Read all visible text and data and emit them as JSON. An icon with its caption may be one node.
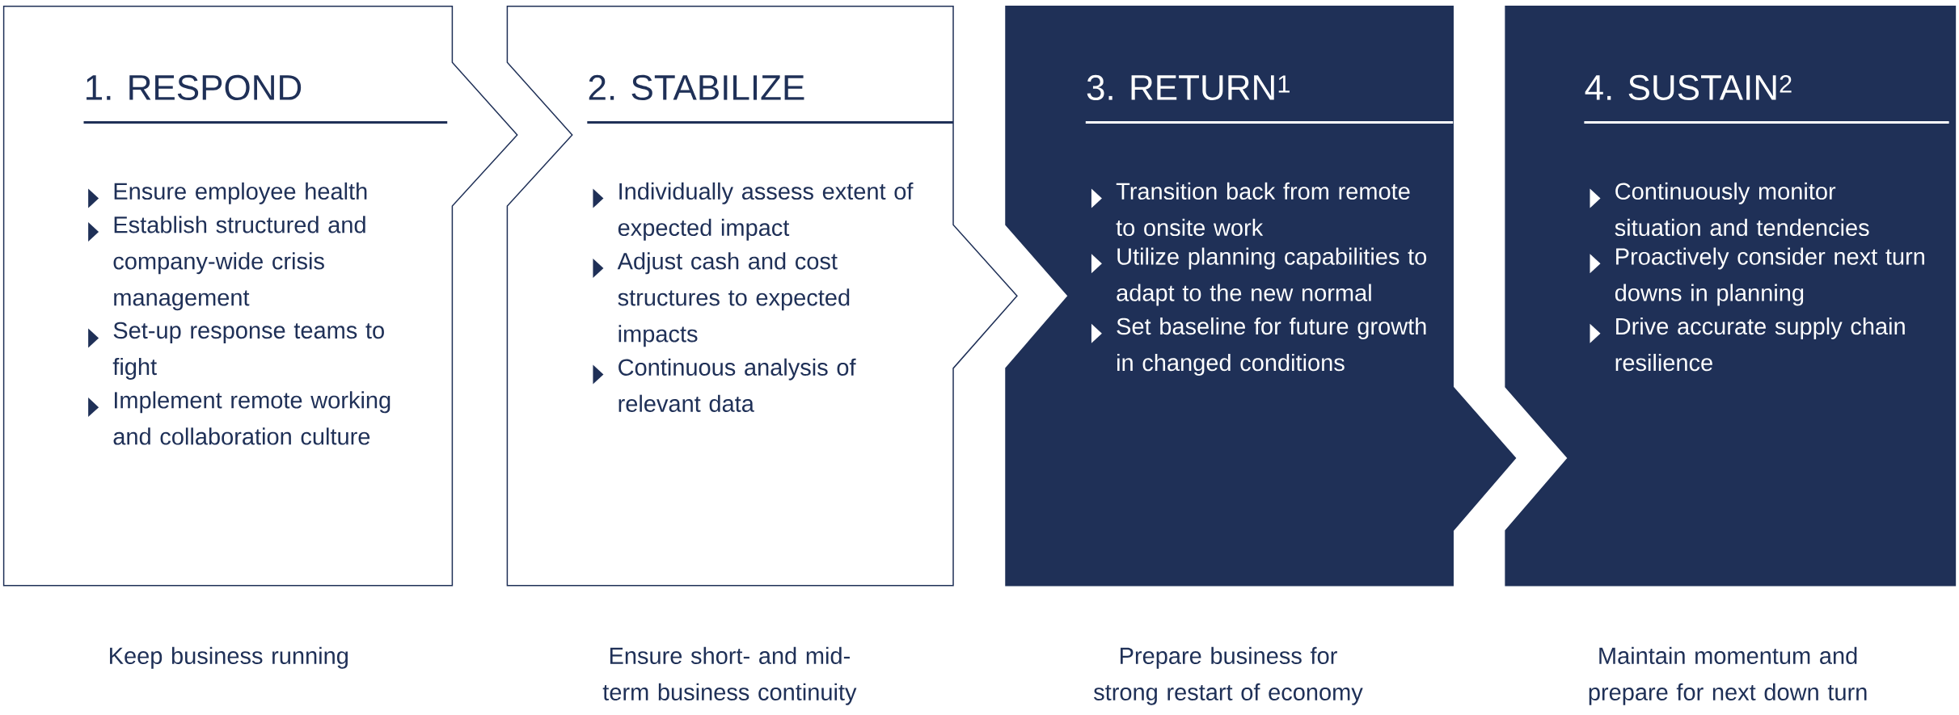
{
  "diagram": {
    "nodes": [
      {
        "text": [
          "1. RESPOND",
          "Ensure employee health",
          "Establish structured and company-wide crisis management",
          "Set-up response teams to fight",
          "Implement remote working and collaboration culture"
        ],
        "beside": [
          "Keep business running"
        ]
      },
      {
        "text": [
          "2. STABILIZE",
          "Individually assess extent of expected impact",
          "Adjust cash and cost structures to expected impacts",
          "Continuous analysis of relevant data"
        ],
        "beside": [
          "Ensure short- and mid-term business continuity"
        ]
      },
      {
        "text": [
          "3. RETURN$^{1}$",
          "Transition back from remote to onsite work",
          "Utilize planning capabilities to adapt to the new normal",
          "Set baseline for future growth in changed conditions"
        ],
        "beside": [
          "Prepare business for strong restart of economy"
        ]
      },
      {
        "text": [
          "4. SUSTAIN$^{2}$",
          "Continuously monitor situation and tendencies",
          "Proactively consider next turn downs in planning",
          "Drive accurate supply chain resilience"
        ],
        "beside": [
          "Maintain momentum and prepare for next down turn"
        ]
      }
    ]
  }
}
